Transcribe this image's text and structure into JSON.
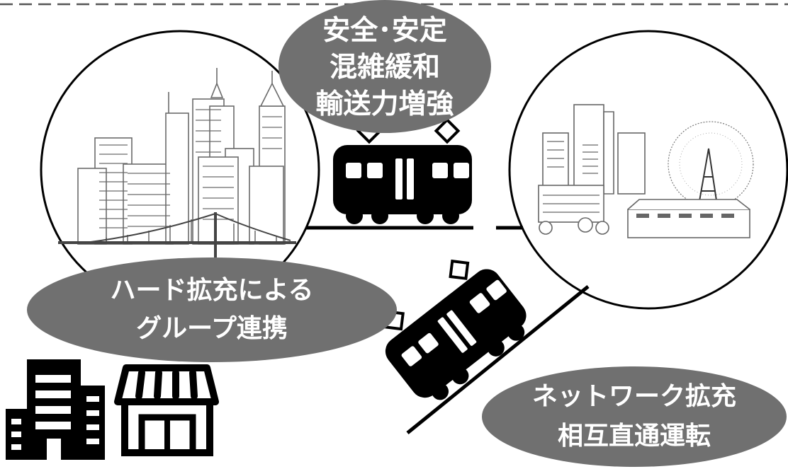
{
  "labels": {
    "top": {
      "line1": "安全･安定",
      "line2": "混雑緩和",
      "line3": "輸送力増強"
    },
    "left": {
      "line1": "ハード拡充による",
      "line2": "グループ連携"
    },
    "right": {
      "line1": "ネットワーク拡充",
      "line2": "相互直通運転"
    }
  },
  "colors": {
    "oval": "#707070",
    "ink": "#000000",
    "background": "#ffffff"
  },
  "icons": [
    "city-skyline-icon",
    "waterfront-city-icon",
    "train-icon",
    "office-building-icon",
    "storefront-icon"
  ]
}
